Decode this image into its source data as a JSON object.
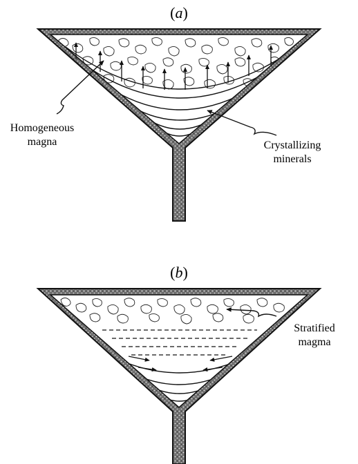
{
  "panel_a": {
    "label_open": "(",
    "label_letter": "a",
    "label_close": ")",
    "annotation_left_line1": "Homogeneous",
    "annotation_left_line2": "magna",
    "annotation_right_line1": "Crystallizing",
    "annotation_right_line2": "minerals"
  },
  "panel_b": {
    "label_open": "(",
    "label_letter": "b",
    "label_close": ")",
    "annotation_right_line1": "Stratified",
    "annotation_right_line2": "magma"
  },
  "colors": {
    "ink": "#111111",
    "wall_fill": "#8a8a8a",
    "background": "#ffffff"
  }
}
